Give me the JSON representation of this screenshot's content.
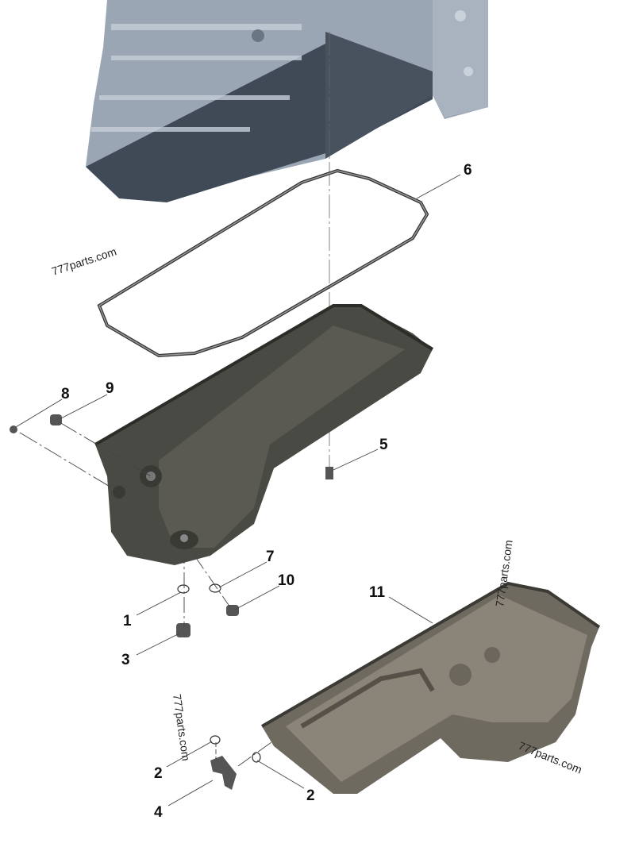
{
  "watermark": "777parts.com",
  "callouts": [
    "1",
    "2",
    "2",
    "3",
    "4",
    "5",
    "6",
    "7",
    "8",
    "9",
    "10",
    "11"
  ],
  "colors": {
    "engine_block": "#8e9aa8",
    "engine_shadow": "#3f4a56",
    "oil_pan": "#4a4a44",
    "oil_pan_alt": "#6e6a60",
    "gasket": "#555555"
  }
}
